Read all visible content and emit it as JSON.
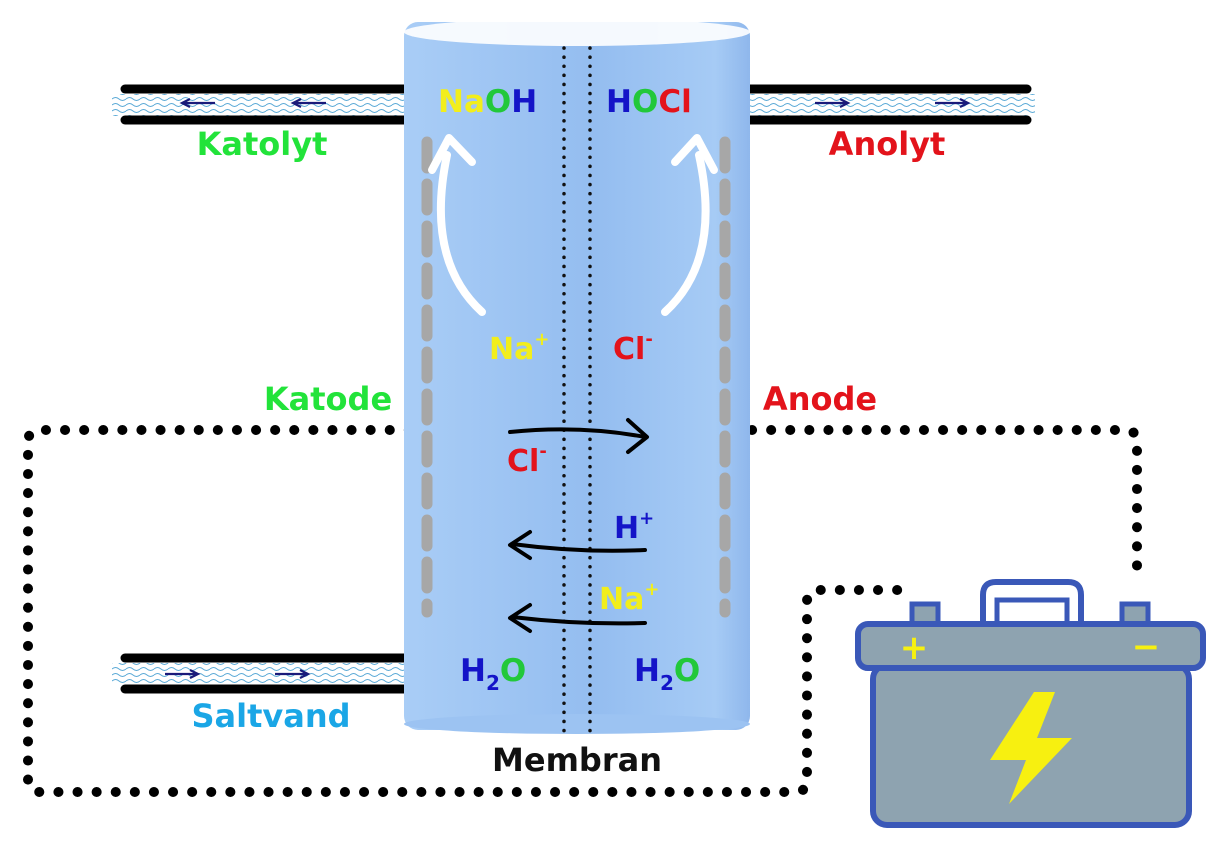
{
  "labels": {
    "katolyt": "Katolyt",
    "anolyt": "Anolyt",
    "katode": "Katode",
    "anode": "Anode",
    "saltvand": "Saltvand",
    "membran": "Membran"
  },
  "chemistry": {
    "naoh": {
      "na": "Na",
      "o": "O",
      "h": "H"
    },
    "hocl": {
      "h": "H",
      "o": "O",
      "cl": "Cl"
    },
    "na_ion": {
      "symbol": "Na",
      "charge": "+"
    },
    "cl_ion": {
      "symbol": "Cl",
      "charge": "-"
    },
    "cl_transfer": {
      "symbol": "Cl",
      "charge": "-"
    },
    "h_transfer": {
      "symbol": "H",
      "charge": "+"
    },
    "na_transfer": {
      "symbol": "Na",
      "charge": "+"
    },
    "water_left": {
      "h": "H",
      "sub": "2",
      "o": "O"
    },
    "water_right": {
      "h": "H",
      "sub": "2",
      "o": "O"
    }
  },
  "battery": {
    "positive": "+",
    "negative": "−"
  },
  "icons": {
    "battery": "battery-icon",
    "lightning": "lightning-bolt-icon"
  },
  "colors": {
    "green": "#22e33a",
    "red": "#e3131b",
    "blue": "#1414c8",
    "yellow": "#f2ee1c",
    "cyan": "#1aa6e6",
    "cell": "#9cc3f2",
    "battery_body": "#8ea3b0",
    "battery_outline": "#3a58b8"
  }
}
